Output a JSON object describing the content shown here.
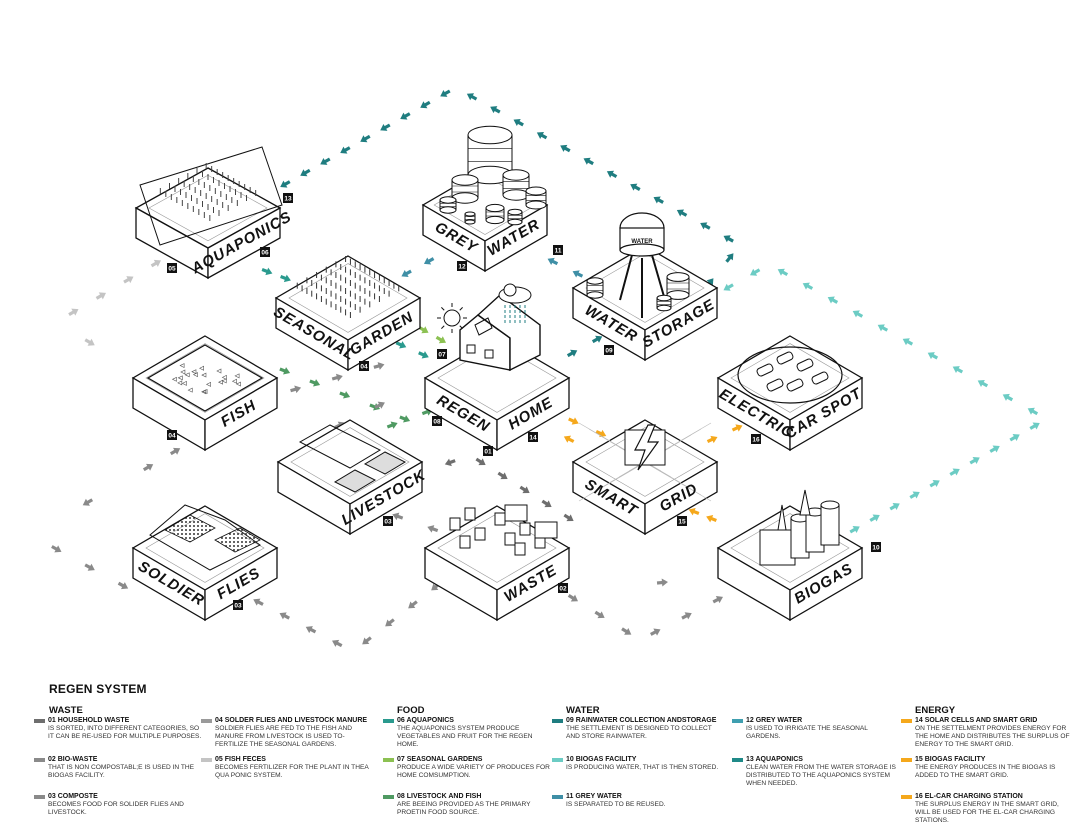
{
  "colors": {
    "waste_dark": "#6e6e6e",
    "waste_mid": "#8a8a8a",
    "waste_light": "#c4c4c4",
    "food_teal": "#2a9a8e",
    "food_lightgreen": "#8cc152",
    "food_green": "#4f9a62",
    "water_dark": "#1f7d80",
    "water_light": "#6cccc4",
    "water_blue": "#3f8fa6",
    "energy": "#f5a81c"
  },
  "blocks": [
    {
      "id": "aquaponics",
      "labels": [
        "AQUAPONICS"
      ]
    },
    {
      "id": "grey-water",
      "labels": [
        "GREY",
        "WATER"
      ]
    },
    {
      "id": "water-storage",
      "labels": [
        "WATER",
        "STORAGE"
      ],
      "tower_text": "WATER"
    },
    {
      "id": "seasonal-garden",
      "labels": [
        "SEASONAL",
        "GARDEN"
      ]
    },
    {
      "id": "regen-home",
      "labels": [
        "REGEN",
        "HOME"
      ]
    },
    {
      "id": "fish",
      "labels": [
        "FISH"
      ]
    },
    {
      "id": "electric-car-spot",
      "labels": [
        "ELECTRIC",
        "CAR SPOT"
      ]
    },
    {
      "id": "livestock",
      "labels": [
        "LIVESTOCK"
      ]
    },
    {
      "id": "smart-grid",
      "labels": [
        "SMART",
        "GRID"
      ]
    },
    {
      "id": "soldier-flies",
      "labels": [
        "SOLDIER",
        "FLIES"
      ]
    },
    {
      "id": "waste",
      "labels": [
        "WASTE"
      ]
    },
    {
      "id": "biogas",
      "labels": [
        "BIOGAS"
      ]
    }
  ],
  "tags": [
    "13",
    "06",
    "05",
    "12",
    "11",
    "07",
    "04",
    "09",
    "08",
    "14",
    "01",
    "04",
    "16",
    "03",
    "15",
    "02",
    "03",
    "10"
  ],
  "legend": {
    "title": "REGEN SYSTEM",
    "categories": [
      {
        "name": "WASTE"
      },
      {
        "name": "FOOD"
      },
      {
        "name": "WATER"
      },
      {
        "name": "ENERGY"
      }
    ],
    "items": [
      {
        "title": "01 HOUSEHOLD WASTE",
        "desc": "IS SORTED, INTO DIFFERENT CATEGORIES, SO IT CAN BE RE-USED FOR MULTIPLE PURPOSES.",
        "color": "#6e6e6e"
      },
      {
        "title": "02 BIO-WASTE",
        "desc": "THAT IS NON COMPOSTABL;E IS USED IN THE BIOGAS FACILITY.",
        "color": "#8a8a8a"
      },
      {
        "title": "03 COMPOSTE",
        "desc": "BECOMES FOOD FOR SOLIDER FLIES AND LIVESTOCK.",
        "color": "#8a8a8a"
      },
      {
        "title": "04 SOLDER FLIES AND LIVESTOCK MANURE",
        "desc": "SOLDIER FLIES ARE FED TO THE FISH AND MANURE FROM LIVESTOCK IS USED TO-FERTILIZE THE SEASONAL GARDENS.",
        "color": "#9a9a9a"
      },
      {
        "title": "05 FISH FECES",
        "desc": "BECOMES FERTILIZER FOR THE PLANT IN THEA QUA PONIC SYSTEM.",
        "color": "#c4c4c4"
      },
      {
        "title": "06 AQUAPONICS",
        "desc": "THE AQUAPONICS SYSTEM PRODUCE VEGETABLES AND FRUIT FOR THE REGEN HOME.",
        "color": "#2a9a8e"
      },
      {
        "title": "07 SEASONAL GARDENS",
        "desc": "PRODUCE A WIDE VARIETY OF PRODUCES FOR HOME COMSUMPTION.",
        "color": "#8cc152"
      },
      {
        "title": "08 LIVESTOCK AND FISH",
        "desc": "ARE BEEING PROVIDED AS THE PRIMARY PROETIN FOOD SOURCE.",
        "color": "#4f9a62"
      },
      {
        "title": "09 RAINWATER COLLECTION ANDSTORAGE",
        "desc": "THE SETTLEMENT IS DESIGNED TO COLLECT AND STORE RAINWATER.",
        "color": "#1f7d80"
      },
      {
        "title": "10 BIOGAS FACILITY",
        "desc": "IS PRODUCING WATER, THAT IS THEN STORED.",
        "color": "#6cccc4"
      },
      {
        "title": "11 GREY WATER",
        "desc": "IS SEPARATED TO BE REUSED.",
        "color": "#3f8fa6"
      },
      {
        "title": "12 GREY WATER",
        "desc": "IS USED TO IRRIGATE THE SEASONAL GARDENS.",
        "color": "#3f9fb0"
      },
      {
        "title": "13 AQUAPONICS",
        "desc": "CLEAN WATER FROM THE WATER STORAGE IS DISTRIBUTED TO THE AQUAPONICS SYSTEM WHEN NEEDED.",
        "color": "#1f8a88"
      },
      {
        "title": "14 SOLAR CELLS AND SMART GRID",
        "desc": "ON THE SETTELMENT PROVIDES ENERGY FOR THE HOME AND DISTRIBUTES THE SURPLUS OF ENERGY TO THE SMART GRID.",
        "color": "#f5a81c"
      },
      {
        "title": "15 BIOGAS FACILITY",
        "desc": "THE ENERGY PRODUCES IN THE BIOGAS IS ADDED TO THE SMART GRID.",
        "color": "#f5a81c"
      },
      {
        "title": "16 EL-CAR CHARGING STATION",
        "desc": "THE SURPLUS ENERGY IN THE SMART GRID, WILL BE USED FOR THE EL-CAR CHARGING STATIONS.",
        "color": "#f5a81c"
      }
    ]
  }
}
